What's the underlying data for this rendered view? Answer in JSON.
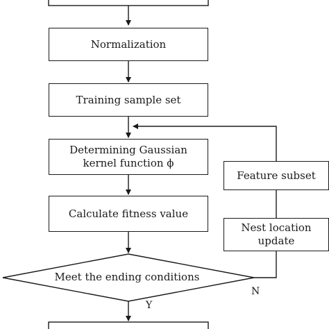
{
  "nodes": {
    "normalization": "Normalization",
    "training": "Training sample set",
    "gaussian_line1": "Determining Gaussian",
    "gaussian_line2": "kernel function ϕ",
    "fitness": "Calculate fitness value",
    "condition": "Meet the ending conditions",
    "feature": "Feature subset",
    "nest_line1": "Nest location",
    "nest_line2": "update"
  },
  "edge_labels": {
    "yes": "Y",
    "no": "N"
  }
}
